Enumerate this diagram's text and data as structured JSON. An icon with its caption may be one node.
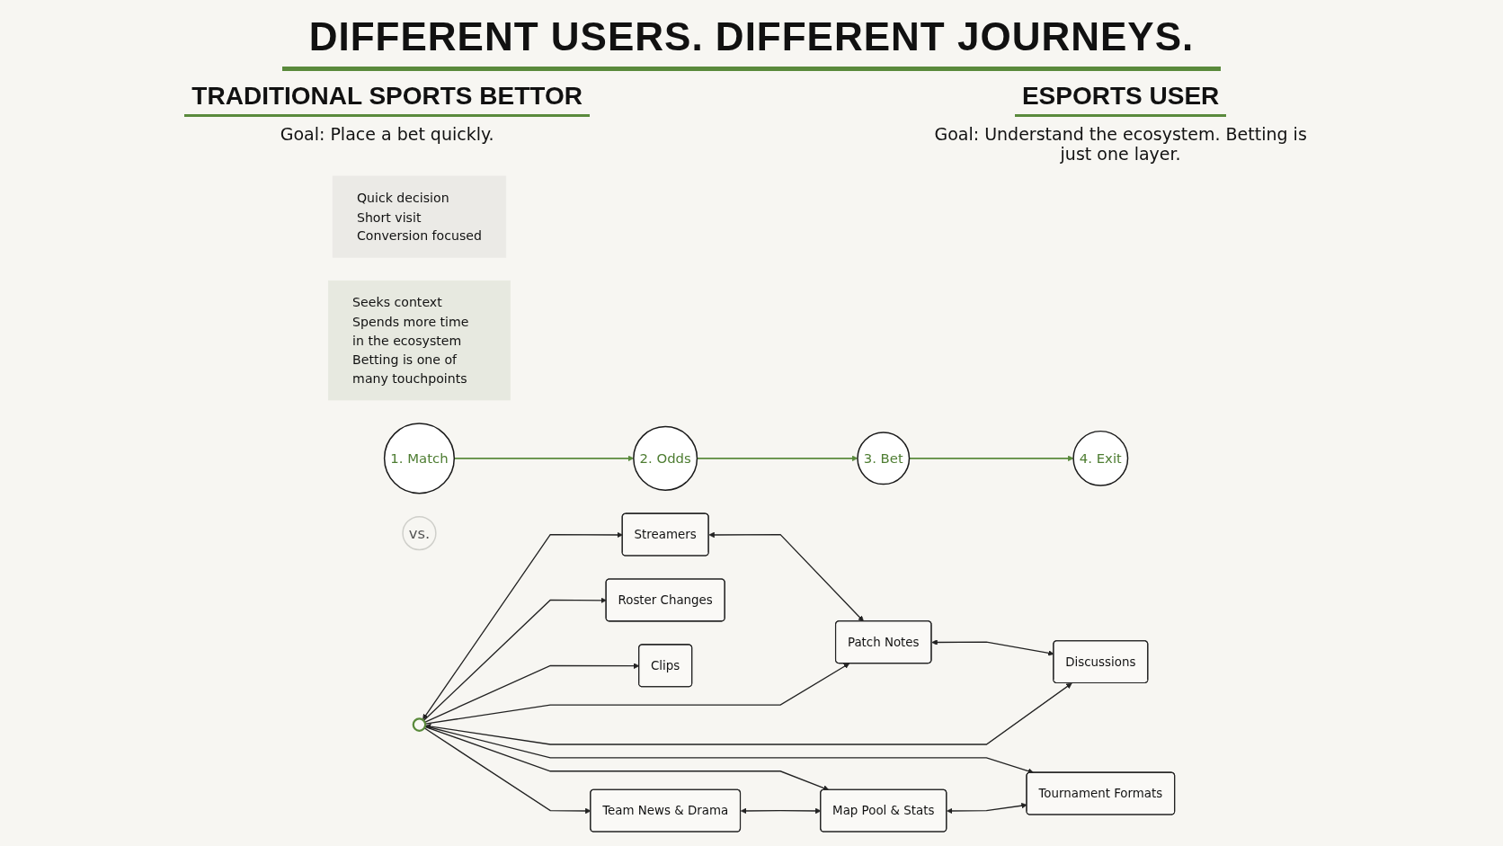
{
  "diagram": {
    "title": "DIFFERENT USERS. DIFFERENT JOURNEYS.",
    "nodes": [
      {
        "text": [
          "1. Match"
        ]
      },
      {
        "text": [
          "2. Odds"
        ]
      },
      {
        "text": [
          "3. Bet"
        ]
      },
      {
        "text": [
          "4. Exit"
        ]
      },
      {
        "text": [
          "Quick decision",
          "Short visit",
          "Conversion focused"
        ]
      },
      {
        "text": [
          "vs."
        ]
      },
      {
        "text": [
          "Streamers"
        ]
      },
      {
        "text": [
          "Patch Notes"
        ]
      },
      {
        "text": [
          "Discussions"
        ]
      },
      {
        "text": [
          "Roster Changes"
        ]
      },
      {
        "text": [],
        "shape": "circle"
      },
      {
        "text": [
          "Clips"
        ]
      },
      {
        "text": [
          "Team News & Drama"
        ]
      },
      {
        "text": [
          "Map Pool & Stats"
        ]
      },
      {
        "text": [
          "Tournament Formats"
        ]
      },
      {
        "text": [
          "Seeks context",
          "Spends more time in the ecosystem",
          "Betting is one of many touchpoints"
        ]
      }
    ],
    "edges": [
      {
        "from": 0,
        "to": 1,
        "arrow": "to",
        "color": "#5a8a3c"
      },
      {
        "from": 1,
        "to": 2,
        "arrow": "to",
        "color": "#5a8a3c"
      },
      {
        "from": 2,
        "to": 3,
        "arrow": "to",
        "color": "#5a8a3c"
      },
      {
        "from": 6,
        "to": 7,
        "arrow": "both"
      },
      {
        "from": 7,
        "to": 8,
        "arrow": "both"
      },
      {
        "from": 10,
        "to": 6,
        "arrow": "both"
      },
      {
        "from": 10,
        "to": 7,
        "arrow": "to"
      },
      {
        "from": 10,
        "to": 8,
        "arrow": "both"
      },
      {
        "from": 10,
        "to": 9,
        "arrow": "to"
      },
      {
        "from": 10,
        "to": 11,
        "arrow": "to"
      },
      {
        "from": 10,
        "to": 12,
        "arrow": "to"
      },
      {
        "from": 10,
        "to": 13,
        "arrow": "to"
      },
      {
        "from": 10,
        "to": 14,
        "arrow": "to"
      },
      {
        "from": 12,
        "to": 13,
        "arrow": "both"
      },
      {
        "from": 13,
        "to": 14,
        "arrow": "both"
      }
    ],
    "labels": [
      "TRADITIONAL SPORTS BETTOR",
      "Goal: Place a bet quickly.",
      "ESPORTS USER",
      "Goal: Understand the ecosystem. Betting is just one layer."
    ]
  }
}
